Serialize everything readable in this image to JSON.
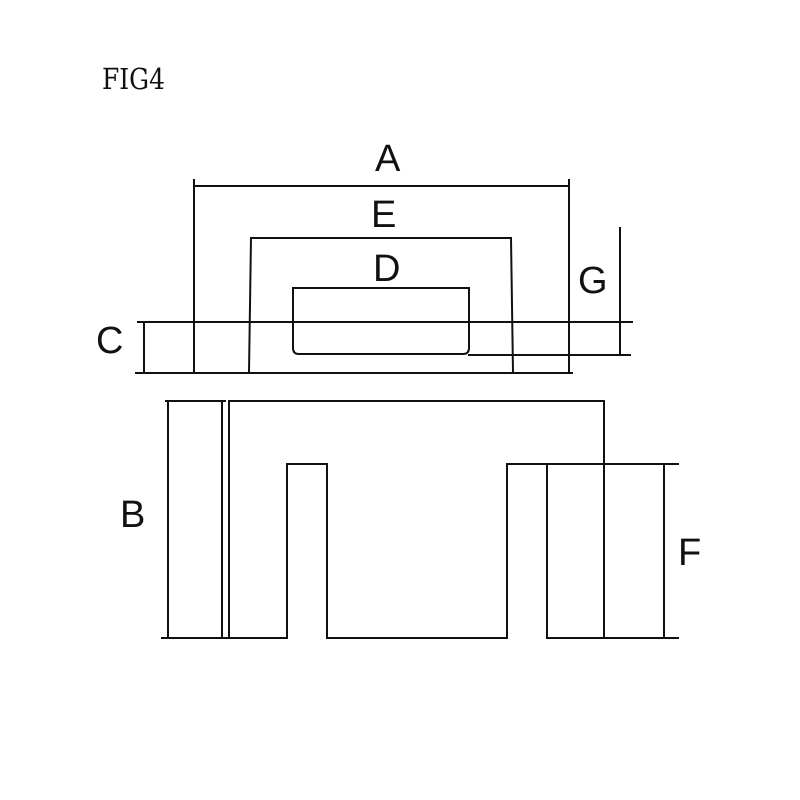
{
  "figure": {
    "title": "FIG4"
  },
  "dimensions": {
    "A": "A",
    "B": "B",
    "C": "C",
    "D": "D",
    "E": "E",
    "F": "F",
    "G": "G"
  },
  "colors": {
    "line": "#111111",
    "background": "#ffffff"
  }
}
